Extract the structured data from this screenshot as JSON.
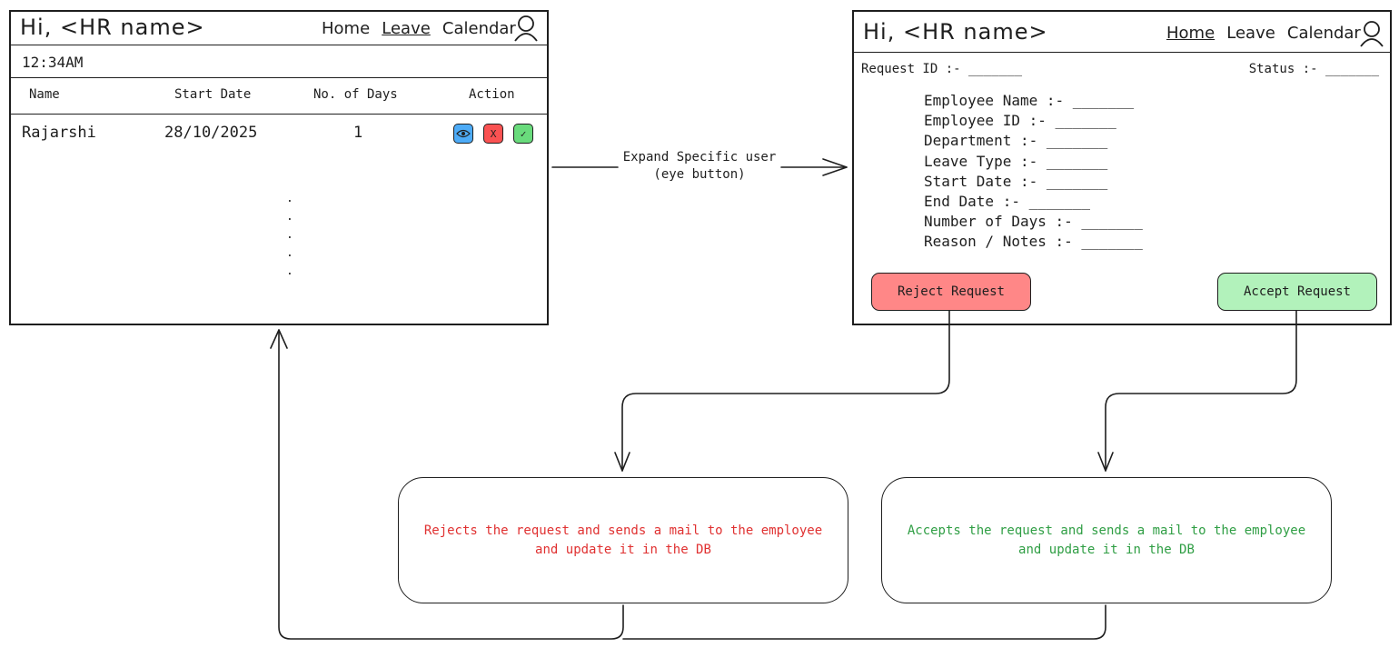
{
  "left_screen": {
    "greeting": "Hi, <HR name>",
    "nav": {
      "home": "Home",
      "leave": "Leave",
      "calendar": "Calendar"
    },
    "time": "12:34AM",
    "columns": [
      "Name",
      "Start Date",
      "No. of Days",
      "Action"
    ],
    "rows": [
      {
        "name": "Rajarshi",
        "start_date": "28/10/2025",
        "days": "1"
      }
    ],
    "action_icons": {
      "view": "eye-icon",
      "reject": "X",
      "accept": "✓"
    },
    "ellipsis": [
      ".",
      ".",
      ".",
      ".",
      "."
    ]
  },
  "arrow_label": {
    "line1": "Expand Specific user",
    "line2": "(eye button)"
  },
  "right_screen": {
    "greeting": "Hi, <HR name>",
    "nav": {
      "home": "Home",
      "leave": "Leave",
      "calendar": "Calendar"
    },
    "request_id": "Request ID :- _______",
    "status": "Status :- _______",
    "fields": [
      "Employee Name :- _______",
      "Employee ID :- _______",
      "Department :- _______",
      "Leave Type :- _______",
      "Start Date :- _______",
      "End Date :- _______",
      "Number of Days :- _______",
      "Reason / Notes :- _______"
    ],
    "reject_label": "Reject Request",
    "accept_label": "Accept Request"
  },
  "reject_note": {
    "line1": "Rejects the request and sends a mail to the employee",
    "line2": "and update it in the DB"
  },
  "accept_note": {
    "line1": "Accepts the request and sends a mail to the employee",
    "line2": "and update it in the DB"
  },
  "colors": {
    "stroke": "#1e1e1e",
    "reject_fill": "#ff8787",
    "accept_fill": "#b2f2bb",
    "reject_text": "#e03131",
    "accept_text": "#2f9e44",
    "eye_fill": "#4dabf7",
    "x_fill": "#fa5252",
    "check_fill": "#69db7c"
  }
}
